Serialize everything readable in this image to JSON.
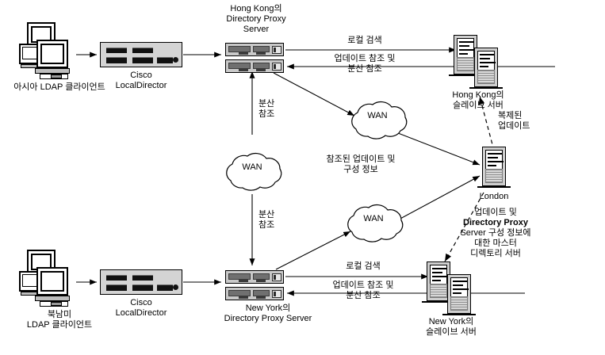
{
  "diagram": {
    "title": "Directory Proxy Server global deployment",
    "colors": {
      "line": "#000000",
      "device_body": "#cfcfcf",
      "accent_dark": "#3a3a3a"
    }
  },
  "nodes": {
    "asia_clients": {
      "label": "아시아 LDAP 클라이언트",
      "icon": "workstation-cluster-icon"
    },
    "americas_clients": {
      "label": "북남미\nLDAP 클라이언트",
      "icon": "workstation-cluster-icon"
    },
    "cisco_hk": {
      "label": "Cisco\nLocalDirector",
      "icon": "cisco-localdirector-icon"
    },
    "cisco_ny": {
      "label": "Cisco\nLocalDirector",
      "icon": "cisco-localdirector-icon"
    },
    "hk_proxy": {
      "label": "Hong Kong의\nDirectory Proxy\nServer",
      "icon": "rack-server-icon"
    },
    "ny_proxy": {
      "label": "New York의\nDirectory Proxy Server",
      "icon": "rack-server-icon"
    },
    "hk_slave": {
      "label": "Hong Kong의\n슬레이브 서버",
      "icon": "tower-server-icon"
    },
    "ny_slave": {
      "label": "New York의\n슬레이브 서버",
      "icon": "tower-server-icon"
    },
    "london": {
      "label": "London",
      "icon": "tower-server-icon"
    },
    "wan_left": {
      "label": "WAN",
      "icon": "wan-cloud-icon"
    },
    "wan_top": {
      "label": "WAN",
      "icon": "wan-cloud-icon"
    },
    "wan_bottom": {
      "label": "WAN",
      "icon": "wan-cloud-icon"
    }
  },
  "edge_labels": {
    "hk_local_search": "로컬 검색",
    "hk_update_referral": "업데이트 참조 및\n분산 참조",
    "ny_local_search": "로컬 검색",
    "ny_update_referral": "업데이트 참조 및\n분산 참조",
    "hk_distributed_referral": "분산\n참조",
    "ny_distributed_referral": "분산\n참조",
    "referred_updates": "참조된 업데이트 및\n구성 정보",
    "replicated_updates": "복제된\n업데이트"
  },
  "captions": {
    "london_role_line1": "업데이트 및",
    "london_role_line2": "Directory Proxy",
    "london_role_line3": "Server 구성 정보에",
    "london_role_line4": "대한 마스터",
    "london_role_line5": "디렉토리 서버"
  }
}
